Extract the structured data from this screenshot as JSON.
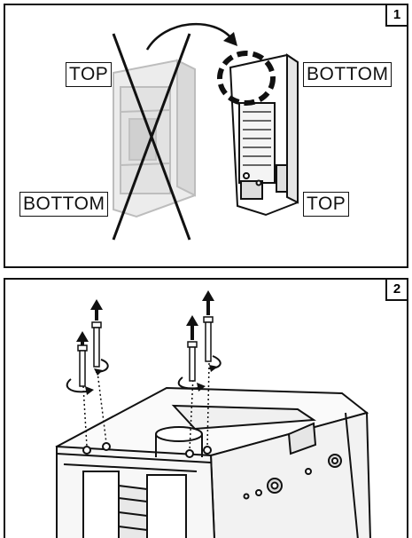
{
  "panel1": {
    "number": "1",
    "labels": {
      "top_left": "TOP",
      "bottom_left": "BOTTOM",
      "bottom_right": "BOTTOM",
      "top_right": "TOP"
    }
  },
  "panel2": {
    "number": "2"
  },
  "colors": {
    "line": "#111111",
    "ghost": "#bbbbbb"
  }
}
